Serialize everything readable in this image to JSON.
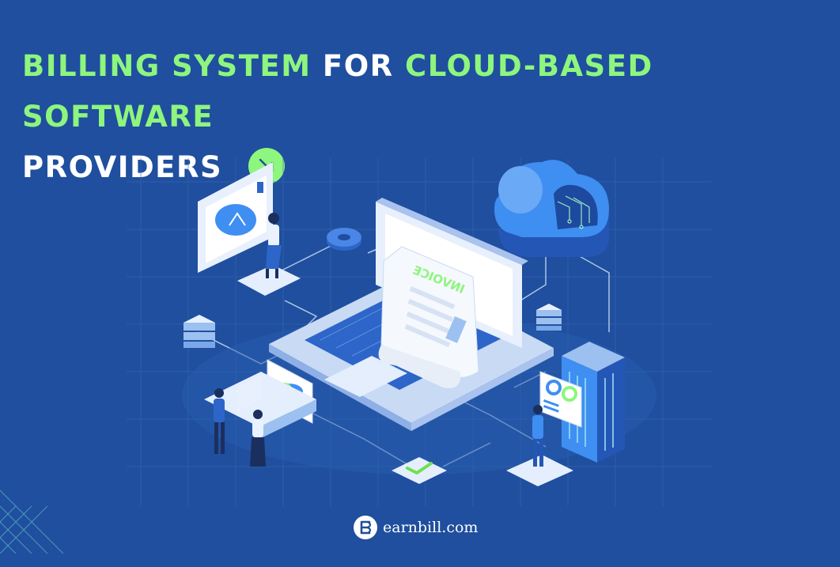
{
  "headline": {
    "line1_part1": "BILLING SYSTEM",
    "line1_part2": "FOR",
    "line1_part3": "CLOUD-BASED SOFTWARE",
    "line2": "PROVIDERS"
  },
  "illustration": {
    "invoice_label": "INVOICE"
  },
  "footer": {
    "domain": "earnbill.com"
  },
  "colors": {
    "background": "#1f4f9e",
    "accent_green": "#8ef57e",
    "white": "#ffffff"
  }
}
